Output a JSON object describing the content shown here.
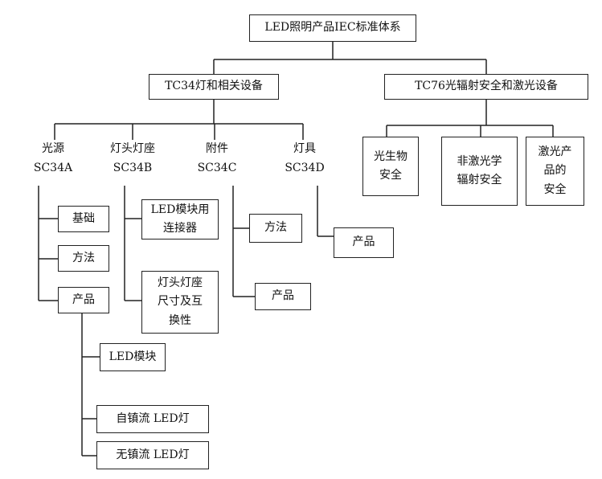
{
  "root": "LED照明产品IEC标准体系",
  "tc34": {
    "title": "TC34灯和相关设备",
    "sc34a": {
      "name": "光源",
      "code": "SC34A",
      "items": [
        "基础",
        "方法",
        "产品"
      ],
      "products": [
        "LED模块",
        "自镇流 LED灯",
        "无镇流 LED灯"
      ]
    },
    "sc34b": {
      "name": "灯头灯座",
      "code": "SC34B",
      "items": [
        [
          "LED模块用",
          "连接器"
        ],
        [
          "灯头灯座",
          "尺寸及互",
          "换性"
        ]
      ]
    },
    "sc34c": {
      "name": "附件",
      "code": "SC34C",
      "items": [
        "方法",
        "产品"
      ]
    },
    "sc34d": {
      "name": "灯具",
      "code": "SC34D",
      "items": [
        "产品"
      ]
    }
  },
  "tc76": {
    "title": "TC76光辐射安全和激光设备",
    "items": [
      [
        "光生物",
        "安全"
      ],
      [
        "非激光学",
        "辐射安全"
      ],
      [
        "激光产",
        "品的",
        "安全"
      ]
    ]
  },
  "line_color": "#222222"
}
